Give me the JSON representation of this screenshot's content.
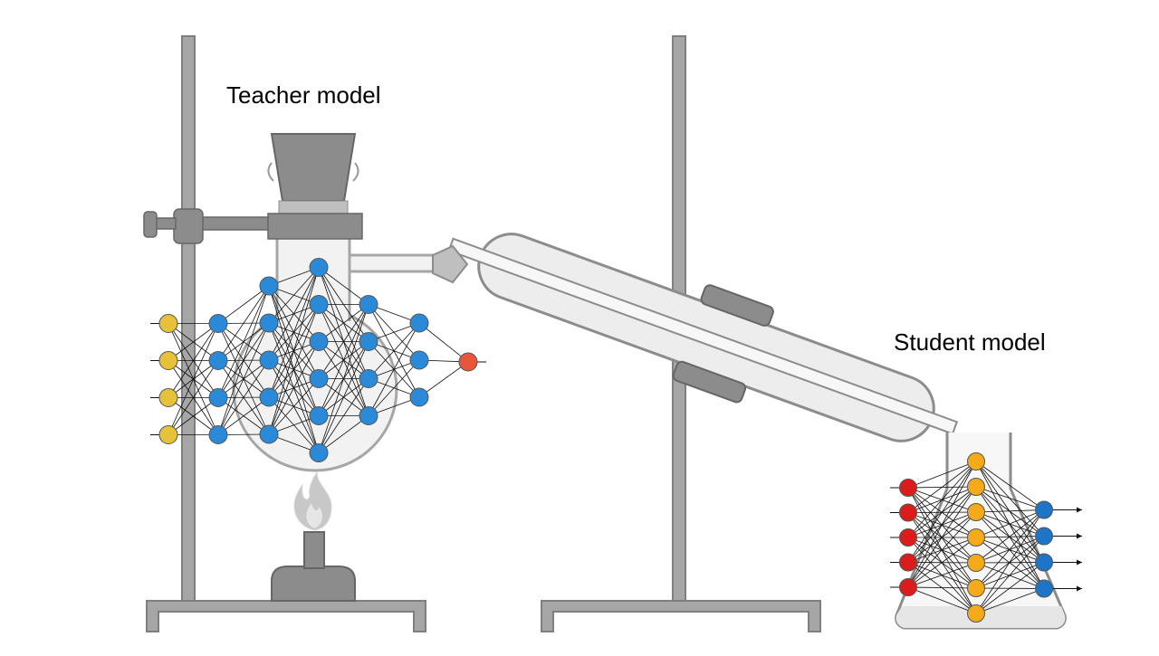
{
  "labels": {
    "teacher": "Teacher model",
    "student": "Student model"
  },
  "colors": {
    "metal": "#8c8c8c",
    "metal_dark": "#666666",
    "metal_fill": "#a6a6a6",
    "glass_stroke": "#a6a6a6",
    "glass_fill": "#ededed",
    "flame": "#bfbfbf",
    "teacher_input": "#e6c13a",
    "teacher_hidden": "#2b8ad8",
    "teacher_output": "#e8553a",
    "student_input": "#dc1c1c",
    "student_hidden": "#f5aa1c",
    "student_output": "#1e74c6",
    "edge": "#111111"
  },
  "networks": {
    "teacher": {
      "layers": [
        4,
        4,
        5,
        6,
        4,
        3,
        1
      ],
      "layer_roles": [
        "input",
        "hidden",
        "hidden",
        "hidden",
        "hidden",
        "hidden",
        "output"
      ]
    },
    "student": {
      "layers": [
        5,
        7,
        4
      ],
      "layer_roles": [
        "input",
        "hidden",
        "output"
      ],
      "output_arrows": true
    }
  },
  "apparatus_icons": [
    "retort-stand-icon",
    "round-bottom-flask-icon",
    "funnel-icon",
    "clamp-icon",
    "bunsen-burner-icon",
    "flame-icon",
    "condenser-icon",
    "erlenmeyer-flask-icon"
  ]
}
